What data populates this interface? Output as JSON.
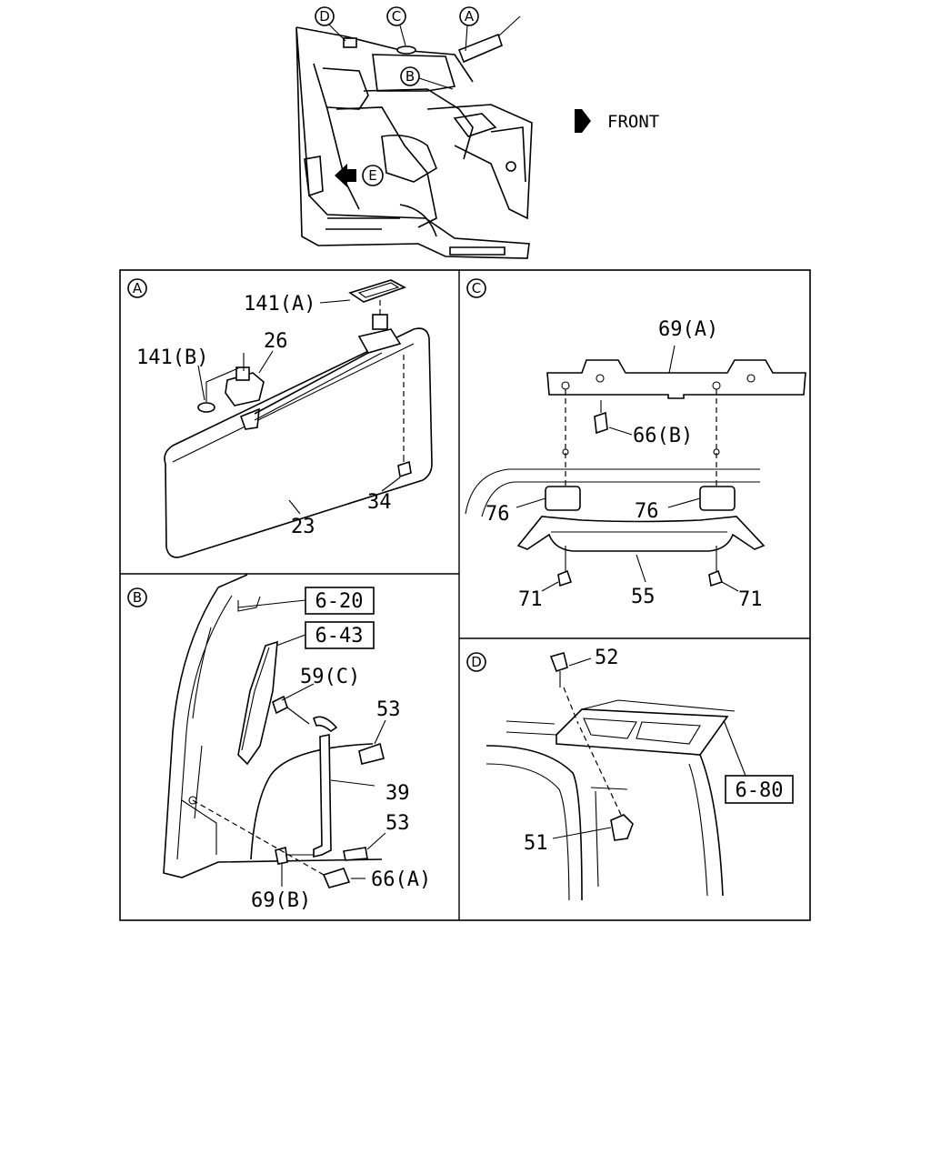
{
  "overview": {
    "callouts": [
      "D",
      "C",
      "A",
      "B",
      "E"
    ],
    "front_label": "FRONT"
  },
  "panels": {
    "A": {
      "tag": "A",
      "labels": {
        "p141a": "141(A)",
        "p26": "26",
        "p141b": "141(B)",
        "p34": "34",
        "p23": "23"
      }
    },
    "B": {
      "tag": "B",
      "refs": {
        "r620": "6-20",
        "r643": "6-43"
      },
      "labels": {
        "p59c": "59(C)",
        "p53a": "53",
        "p39": "39",
        "p53b": "53",
        "p66a": "66(A)",
        "p69b": "69(B)"
      }
    },
    "C": {
      "tag": "C",
      "labels": {
        "p69a": "69(A)",
        "p66b": "66(B)",
        "p76l": "76",
        "p76r": "76",
        "p71l": "71",
        "p55": "55",
        "p71r": "71"
      }
    },
    "D": {
      "tag": "D",
      "refs": {
        "r680": "6-80"
      },
      "labels": {
        "p52": "52",
        "p51": "51"
      }
    }
  }
}
